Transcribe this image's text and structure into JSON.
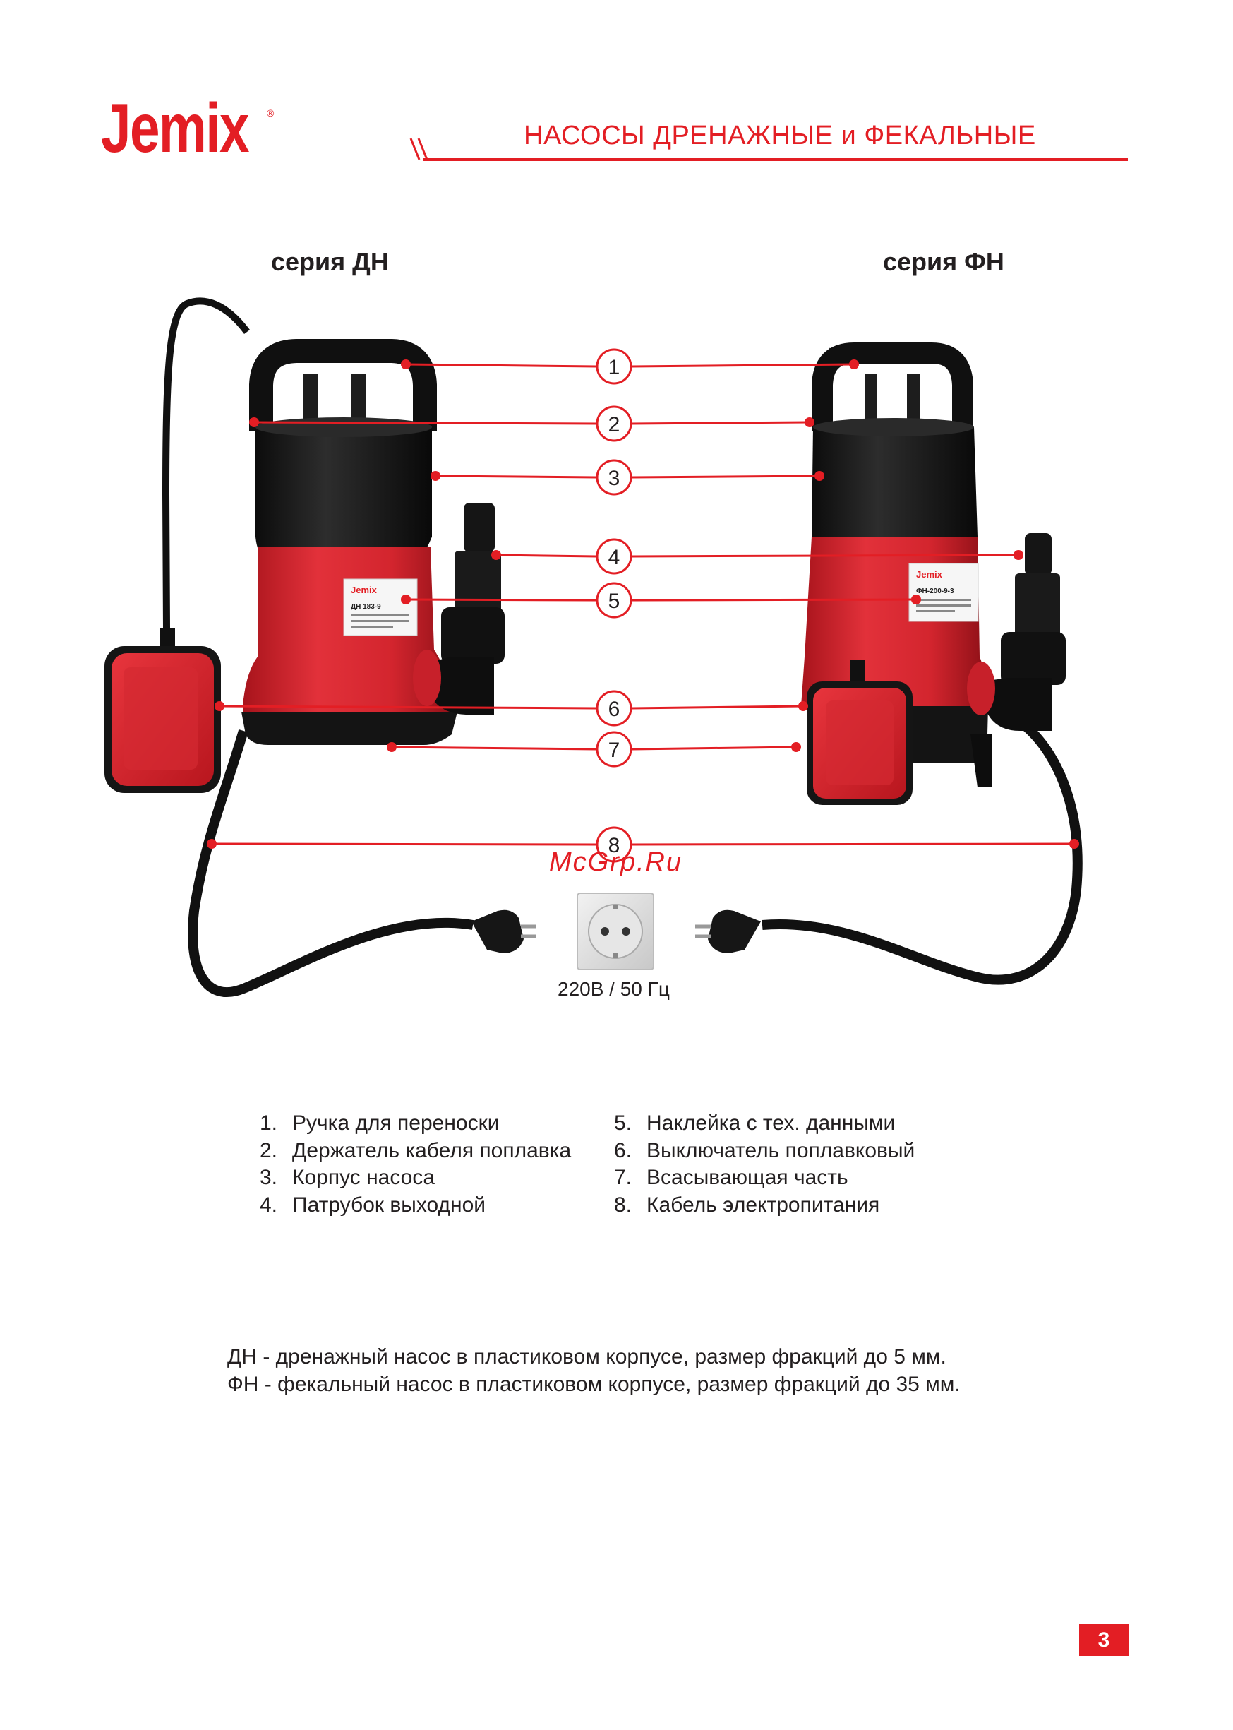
{
  "header": {
    "brand": "Jemix",
    "registered_mark": "®",
    "title": "НАСОСЫ ДРЕНАЖНЫЕ и ФЕКАЛЬНЫЕ",
    "accent_color": "#e31e24"
  },
  "series": {
    "left": "серия ДН",
    "right": "серия ФН"
  },
  "callouts": [
    "1",
    "2",
    "3",
    "4",
    "5",
    "6",
    "7",
    "8"
  ],
  "pump_labels": {
    "left_brand": "Jemix",
    "left_model": "ДН 183-9",
    "right_brand": "Jemix",
    "right_model": "ФН-200-9-3"
  },
  "watermark": "McGrp.Ru",
  "power": "220В / 50 Гц",
  "legend": {
    "left": [
      {
        "num": "1.",
        "text": "Ручка для переноски"
      },
      {
        "num": "2.",
        "text": "Держатель кабеля поплавка"
      },
      {
        "num": "3.",
        "text": "Корпус насоса"
      },
      {
        "num": "4.",
        "text": "Патрубок выходной"
      }
    ],
    "right": [
      {
        "num": "5.",
        "text": "Наклейка с тех. данными"
      },
      {
        "num": "6.",
        "text": "Выключатель поплавковый"
      },
      {
        "num": "7.",
        "text": "Всасывающая часть"
      },
      {
        "num": "8.",
        "text": "Кабель электропитания"
      }
    ]
  },
  "notes": [
    "ДН - дренажный насос в пластиковом корпусе, размер фракций до 5 мм.",
    "ФН - фекальный насос в пластиковом корпусе, размер фракций до 35 мм."
  ],
  "page_number": "3"
}
